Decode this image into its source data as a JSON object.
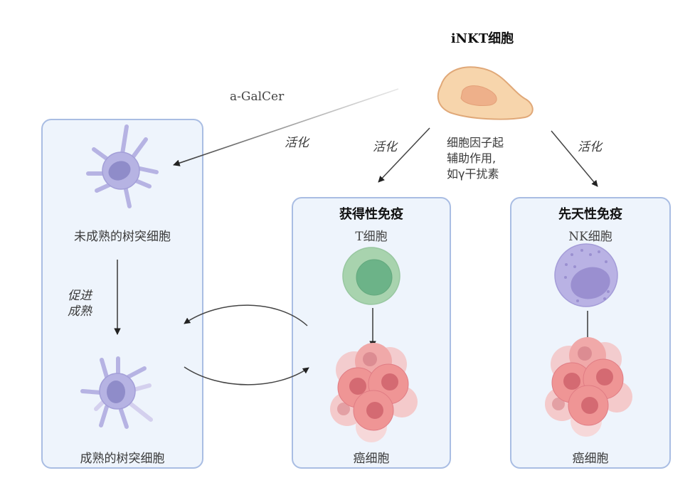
{
  "inkt": {
    "title": "iNKT细胞"
  },
  "annotations": {
    "agalcer": "a-GalCer",
    "activate_dc": "活化",
    "activate_t": "活化",
    "activate_nk": "活化",
    "cytokine_lines": [
      "细胞因子起",
      "辅助作用,",
      "如γ干扰素"
    ]
  },
  "panels": {
    "dendritic": {
      "immature_label": "未成熟的树突细胞",
      "promote_lines": [
        "促进",
        "成熟"
      ],
      "mature_label": "成熟的树突细胞"
    },
    "adaptive": {
      "title": "获得性免疫",
      "cell_label": "T细胞",
      "cancer_label": "癌细胞"
    },
    "innate": {
      "title": "先天性免疫",
      "cell_label": "NK细胞",
      "cancer_label": "癌细胞"
    }
  },
  "colors": {
    "panel_fill": "#eef4fc",
    "panel_border": "#a9bde3",
    "inkt_fill": "#f7d5ac",
    "inkt_nucleus": "#eeb08a",
    "dc_fill": "#b6b3e3",
    "dc_nucleus": "#8f8cc9",
    "tcell_outer": "#a8d3ae",
    "tcell_inner": "#6cb388",
    "nk_fill": "#b9b2e4",
    "nk_nucleus": "#9a8fd0",
    "cancer_fill": "#ef9595",
    "cancer_nucleus": "#d46a72",
    "arrow": "#333333"
  }
}
